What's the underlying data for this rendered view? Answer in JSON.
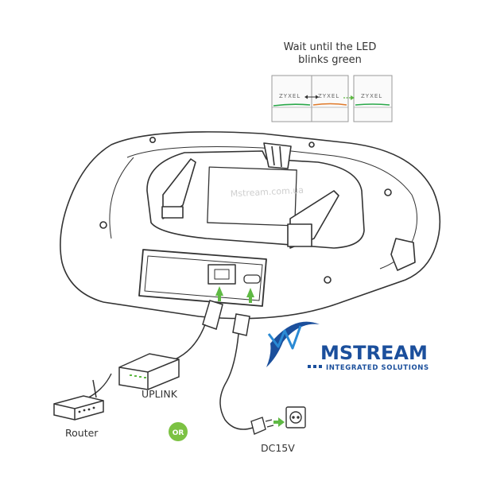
{
  "led_panel": {
    "caption_line1": "Wait until the LED",
    "caption_line2": "blinks green",
    "frame_labels": [
      "ZYXEL",
      "ZYXEL",
      "ZYXEL"
    ],
    "led_colors": [
      "#2aa84a",
      "#e07a2a",
      "#2aa84a"
    ]
  },
  "labels": {
    "uplink": "UPLINK",
    "router": "Router",
    "or_badge": "OR",
    "power": "DC15V"
  },
  "watermark": {
    "text": "Mstream.com.ua"
  },
  "brand": {
    "name": "MSTREAM",
    "tagline": "INTEGRATED SOLUTIONS",
    "color": "#1b4f9c"
  },
  "colors": {
    "arrow_green": "#5fb944",
    "or_badge": "#7cc243",
    "line": "#333333"
  }
}
